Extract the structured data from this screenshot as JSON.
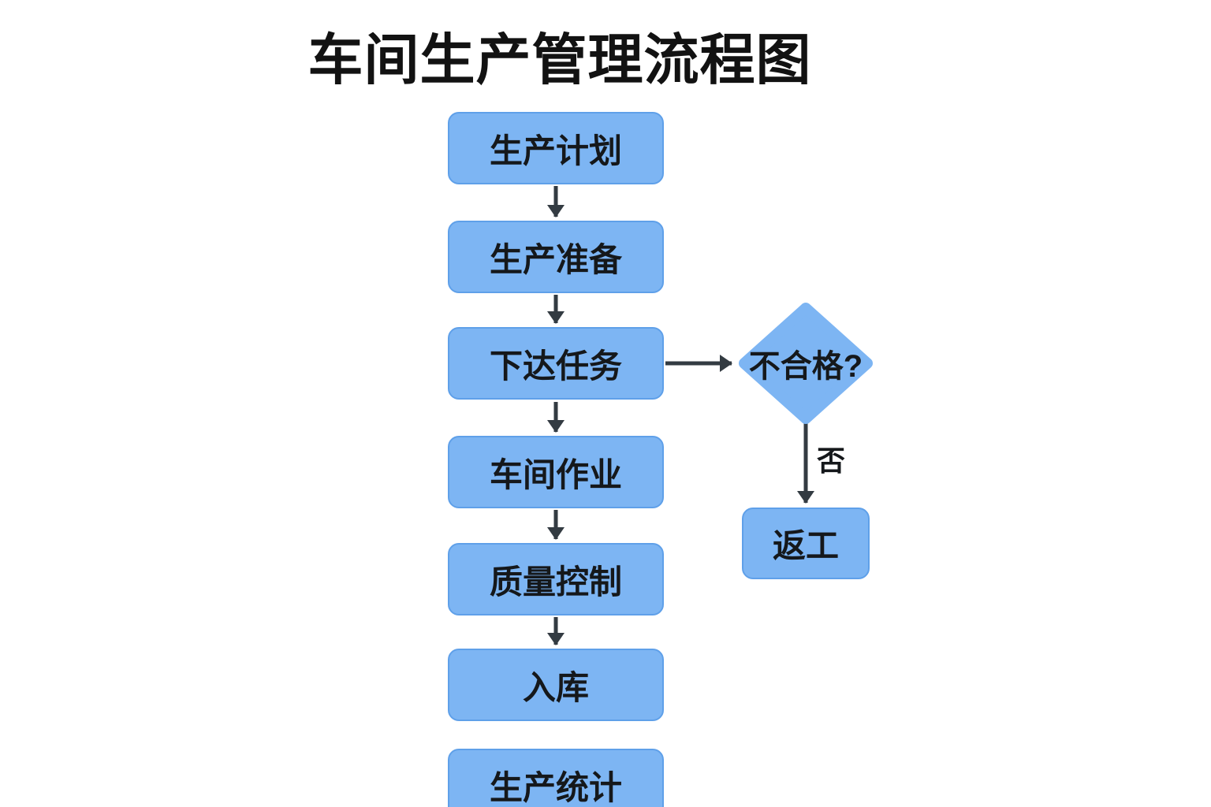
{
  "title": "车间生产管理流程图",
  "flow": {
    "steps": [
      {
        "label": "生产计划"
      },
      {
        "label": "生产准备"
      },
      {
        "label": "下达任务"
      },
      {
        "label": "车间作业"
      },
      {
        "label": "质量控制"
      },
      {
        "label": "入库"
      },
      {
        "label": "生产统计"
      }
    ],
    "decision": {
      "label": "不合格?"
    },
    "branch": {
      "edge_label": "否",
      "target": {
        "label": "返工"
      }
    }
  },
  "colors": {
    "node_fill": "#7DB5F3",
    "node_border": "#5FA0E9",
    "arrow": "#333B42",
    "text": "#15181B",
    "background": "#FFFFFF"
  }
}
